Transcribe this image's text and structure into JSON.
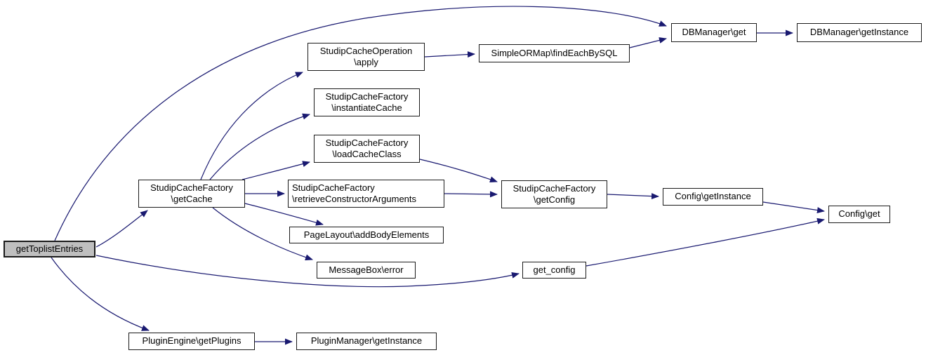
{
  "diagram": {
    "type": "call-graph",
    "background_color": "#ffffff",
    "edge_color": "#191970",
    "node_border_color": "#1a1a1a",
    "node_fill_color": "#ffffff",
    "highlight_fill_color": "#bfbfbf",
    "nodes": [
      {
        "id": "getToplistEntries",
        "label": "getToplistEntries",
        "highlight": true
      },
      {
        "id": "getCache",
        "label": "StudipCacheFactory\n\\getCache"
      },
      {
        "id": "apply",
        "label": "StudipCacheOperation\n\\apply"
      },
      {
        "id": "instantiateCache",
        "label": "StudipCacheFactory\n\\instantiateCache"
      },
      {
        "id": "loadCacheClass",
        "label": "StudipCacheFactory\n\\loadCacheClass"
      },
      {
        "id": "retrieveConstructorArguments",
        "label": "StudipCacheFactory\n\\retrieveConstructorArguments"
      },
      {
        "id": "addBodyElements",
        "label": "PageLayout\\addBodyElements"
      },
      {
        "id": "messageBoxError",
        "label": "MessageBox\\error"
      },
      {
        "id": "findEachBySQL",
        "label": "SimpleORMap\\findEachBySQL"
      },
      {
        "id": "getConfig",
        "label": "StudipCacheFactory\n\\getConfig"
      },
      {
        "id": "get_config",
        "label": "get_config"
      },
      {
        "id": "dbManagerGet",
        "label": "DBManager\\get"
      },
      {
        "id": "dbManagerGetInstance",
        "label": "DBManager\\getInstance"
      },
      {
        "id": "configGetInstance",
        "label": "Config\\getInstance"
      },
      {
        "id": "configGet",
        "label": "Config\\get"
      },
      {
        "id": "getPlugins",
        "label": "PluginEngine\\getPlugins"
      },
      {
        "id": "pluginManagerGetInstance",
        "label": "PluginManager\\getInstance"
      }
    ],
    "edges": [
      {
        "from": "getToplistEntries",
        "to": "dbManagerGet"
      },
      {
        "from": "getToplistEntries",
        "to": "getCache"
      },
      {
        "from": "getToplistEntries",
        "to": "get_config"
      },
      {
        "from": "getToplistEntries",
        "to": "getPlugins"
      },
      {
        "from": "getCache",
        "to": "apply"
      },
      {
        "from": "getCache",
        "to": "instantiateCache"
      },
      {
        "from": "getCache",
        "to": "loadCacheClass"
      },
      {
        "from": "getCache",
        "to": "retrieveConstructorArguments"
      },
      {
        "from": "getCache",
        "to": "addBodyElements"
      },
      {
        "from": "getCache",
        "to": "messageBoxError"
      },
      {
        "from": "apply",
        "to": "findEachBySQL"
      },
      {
        "from": "findEachBySQL",
        "to": "dbManagerGet"
      },
      {
        "from": "dbManagerGet",
        "to": "dbManagerGetInstance"
      },
      {
        "from": "loadCacheClass",
        "to": "getConfig"
      },
      {
        "from": "retrieveConstructorArguments",
        "to": "getConfig"
      },
      {
        "from": "getConfig",
        "to": "configGetInstance"
      },
      {
        "from": "configGetInstance",
        "to": "configGet"
      },
      {
        "from": "get_config",
        "to": "configGet"
      },
      {
        "from": "getPlugins",
        "to": "pluginManagerGetInstance"
      }
    ]
  }
}
